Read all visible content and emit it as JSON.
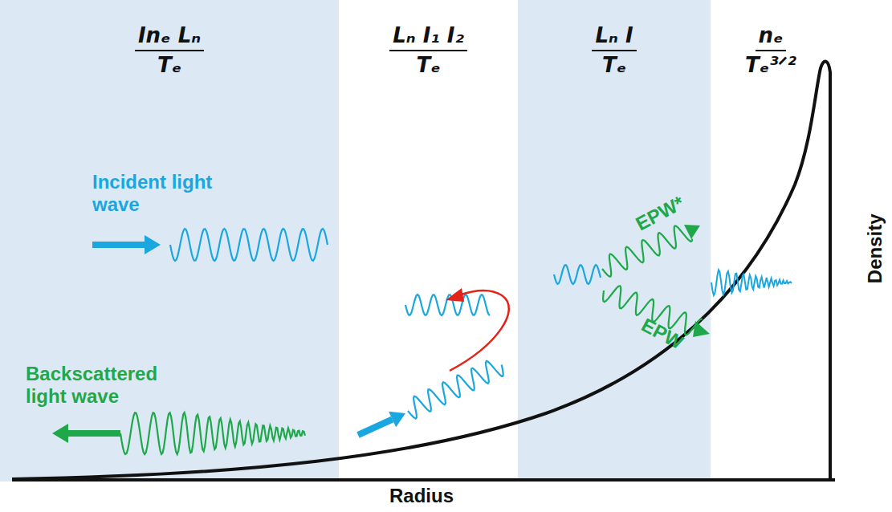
{
  "diagram": {
    "nodes": [
      {
        "text": [
          "Inₑ Lₙ",
          "Tₑ"
        ]
      },
      {
        "text": [
          "Lₙ I₁ I₂",
          "Tₑ"
        ]
      },
      {
        "text": [
          "Lₙ I",
          "Tₑ"
        ]
      },
      {
        "text": [
          "nₑ",
          "Tₑ³ᐟ²"
        ]
      }
    ],
    "edges": [],
    "labels": [
      "Incident light wave",
      "Backscattered light wave",
      "EPW*",
      "EPW",
      "Density",
      "Radius"
    ]
  }
}
